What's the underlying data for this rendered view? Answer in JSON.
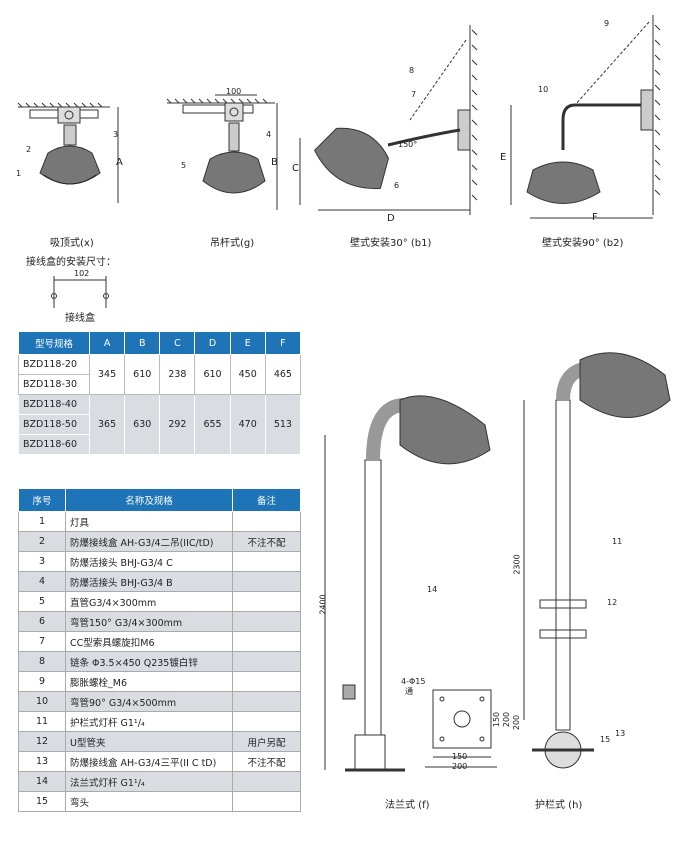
{
  "captions": {
    "ceiling": "吸顶式(x)",
    "pendant": "吊杆式(g)",
    "wall30": "壁式安装30° (b1)",
    "wall90": "壁式安装90° (b2)",
    "junction_title": "接线盒的安装尺寸：",
    "junction_label": "接线盒",
    "flange": "法兰式 (f)",
    "guardrail": "护栏式 (h)"
  },
  "dims": {
    "pendant_w": "100",
    "junction_w": "102",
    "flange_holes": "4-Φ15",
    "flange_hole_note": "通",
    "flange_150a": "150",
    "flange_200a": "200",
    "flange_150b": "150",
    "flange_200b": "200",
    "flange_h": "2400",
    "guard_h": "2300",
    "guard_200": "200",
    "angle30": "150°",
    "A": "A",
    "B": "B",
    "C": "C",
    "D": "D",
    "E": "E",
    "F": "F"
  },
  "callouts": [
    "1",
    "2",
    "3",
    "4",
    "5",
    "6",
    "7",
    "8",
    "9",
    "10",
    "11",
    "12",
    "13",
    "14",
    "15"
  ],
  "spec_table": {
    "headers": [
      "型号规格",
      "A",
      "B",
      "C",
      "D",
      "E",
      "F"
    ],
    "group1": {
      "models": [
        "BZD118-20",
        "BZD118-30"
      ],
      "values": [
        "345",
        "610",
        "238",
        "610",
        "450",
        "465"
      ]
    },
    "group2": {
      "models": [
        "BZD118-40",
        "BZD118-50",
        "BZD118-60"
      ],
      "values": [
        "365",
        "630",
        "292",
        "655",
        "470",
        "513"
      ]
    }
  },
  "parts_table": {
    "headers": [
      "序号",
      "名称及规格",
      "备注"
    ],
    "rows": [
      {
        "no": "1",
        "name": "灯具",
        "remark": ""
      },
      {
        "no": "2",
        "name": "防爆接线盒 AH-G3/4二吊(IIC/tD)",
        "remark": "不注不配"
      },
      {
        "no": "3",
        "name": "防爆活接头 BHJ-G3/4 C",
        "remark": ""
      },
      {
        "no": "4",
        "name": "防爆活接头 BHJ-G3/4 B",
        "remark": ""
      },
      {
        "no": "5",
        "name": "直管G3/4×300mm",
        "remark": ""
      },
      {
        "no": "6",
        "name": "弯管150°  G3/4×300mm",
        "remark": ""
      },
      {
        "no": "7",
        "name": "CC型索具螺旋扣M6",
        "remark": ""
      },
      {
        "no": "8",
        "name": "链条 Φ3.5×450  Q235镀白锌",
        "remark": ""
      },
      {
        "no": "9",
        "name": "膨胀螺栓_M6",
        "remark": ""
      },
      {
        "no": "10",
        "name": "弯管90°  G3/4×500mm",
        "remark": ""
      },
      {
        "no": "11",
        "name": "护栏式灯杆 G1¹/₄",
        "remark": ""
      },
      {
        "no": "12",
        "name": "U型管夹",
        "remark": "用户另配"
      },
      {
        "no": "13",
        "name": "防爆接线盒 AH-G3/4三平(II C tD)",
        "remark": "不注不配"
      },
      {
        "no": "14",
        "name": "法兰式灯杆 G1¹/₄",
        "remark": ""
      },
      {
        "no": "15",
        "name": "弯头",
        "remark": ""
      }
    ]
  }
}
